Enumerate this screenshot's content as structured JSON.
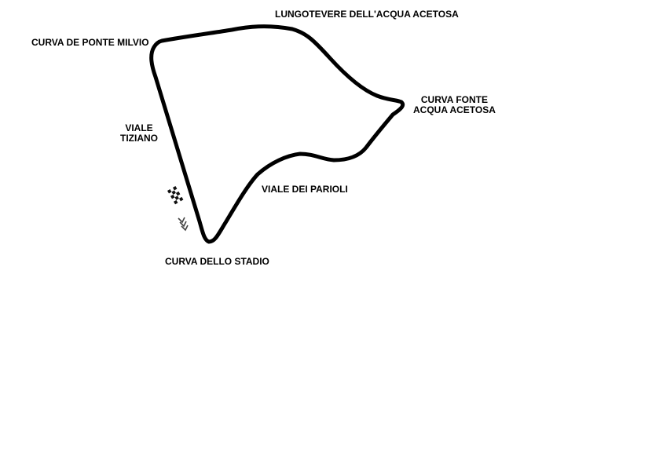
{
  "circuit": {
    "track_color": "#000000",
    "labels": {
      "lungotevere": "LUNGOTEVERE DELL'ACQUA ACETOSA",
      "ponte_milvio": "CURVA DE PONTE MILVIO",
      "fonte_line1": "CURVA FONTE",
      "fonte_line2": "ACQUA ACETOSA",
      "tiziano_line1": "VIALE",
      "tiziano_line2": "TIZIANO",
      "parioli": "VIALE DEI PARIOLI",
      "stadio": "CURVA DELLO STADIO"
    },
    "icons": [
      "checkered-flag-icon",
      "direction-chevrons-icon"
    ]
  }
}
